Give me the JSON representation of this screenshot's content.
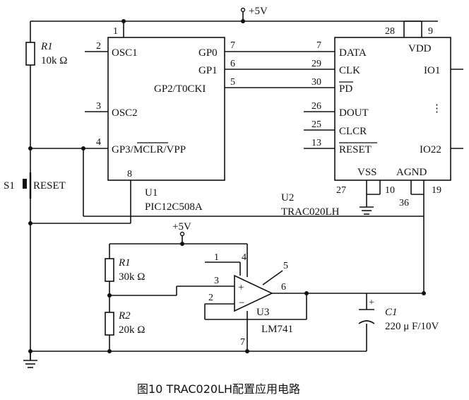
{
  "labels": {
    "vcc_top": "+5V",
    "vcc_bottom": "+5V"
  },
  "r1_top": {
    "ref": "R1",
    "value": "10k Ω"
  },
  "s1": {
    "ref": "S1",
    "label": "RESET"
  },
  "u1": {
    "ref": "U1",
    "part": "PIC12C508A",
    "pins": {
      "osc1": "OSC1",
      "osc2": "OSC2",
      "gp3": "GP3/MCLR/VPP",
      "gp0": "GP0",
      "gp1": "GP1",
      "gp2": "GP2/T0CKI"
    },
    "pin_numbers": {
      "p1": "1",
      "p2": "2",
      "p3": "3",
      "p4": "4",
      "p5": "5",
      "p6": "6",
      "p7": "7",
      "p8": "8"
    }
  },
  "u2": {
    "ref": "U2",
    "part": "TRAC020LH",
    "pins": {
      "data": "DATA",
      "clk": "CLK",
      "pd": "PD",
      "dout": "DOUT",
      "clcr": "CLCR",
      "reset": "RESET",
      "vdd": "VDD",
      "io1": "IO1",
      "dots": "⋮",
      "io22": "IO22",
      "vss": "VSS",
      "agnd": "AGND"
    },
    "pin_numbers": {
      "p7": "7",
      "p29": "29",
      "p30": "30",
      "p26": "26",
      "p25": "25",
      "p13": "13",
      "p28": "28",
      "p9": "9",
      "p27": "27",
      "p10": "10",
      "p36": "36",
      "p19": "19"
    }
  },
  "r1_div": {
    "ref": "R1",
    "value": "30k Ω"
  },
  "r2": {
    "ref": "R2",
    "value": "20k Ω"
  },
  "u3": {
    "ref": "U3",
    "part": "LM741",
    "plus": "+",
    "minus": "−",
    "pin_numbers": {
      "p1": "1",
      "p2": "2",
      "p3": "3",
      "p4": "4",
      "p5": "5",
      "p6": "6",
      "p7": "7"
    }
  },
  "c1": {
    "ref": "C1",
    "value": "220 μ F/10V",
    "polarity": "+"
  },
  "caption": "图10  TRAC020LH配置应用电路"
}
